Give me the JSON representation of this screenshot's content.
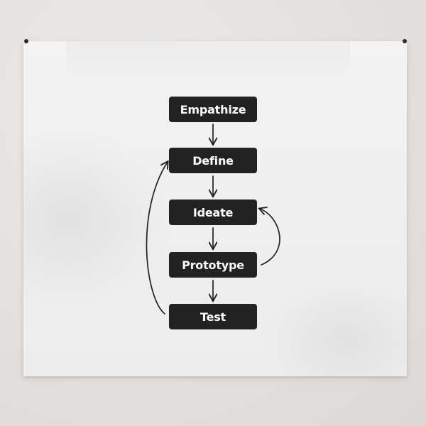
{
  "steps": [
    {
      "id": "empathize",
      "label": "Empathize"
    },
    {
      "id": "define",
      "label": "Define"
    },
    {
      "id": "ideate",
      "label": "Ideate"
    },
    {
      "id": "prototype",
      "label": "Prototype"
    },
    {
      "id": "test",
      "label": "Test"
    }
  ],
  "feedback_loops": [
    {
      "from": "Test",
      "to": "Define"
    },
    {
      "from": "Prototype",
      "to": "Ideate"
    }
  ],
  "colors": {
    "box_fill": "#222222",
    "box_text": "#ffffff",
    "arrow": "#222222",
    "fabric": "#efefef",
    "wall": "#e3e0de"
  }
}
